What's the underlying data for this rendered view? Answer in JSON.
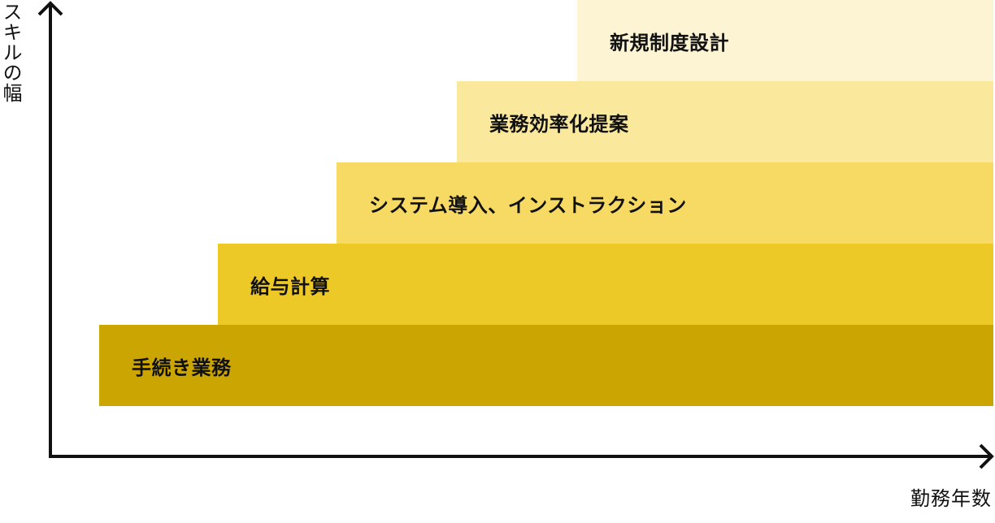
{
  "diagram": {
    "y_axis_label": "スキルの幅",
    "x_axis_label": "勤務年数",
    "steps": [
      {
        "label": "手続き業務",
        "color": "#CBA603"
      },
      {
        "label": "給与計算",
        "color": "#EDC928"
      },
      {
        "label": "システム導入、インストラクション",
        "color": "#F6DA63"
      },
      {
        "label": "業務効率化提案",
        "color": "#FAE89C"
      },
      {
        "label": "新規制度設計",
        "color": "#FDF4D3"
      }
    ],
    "axis_color": "#111111"
  }
}
